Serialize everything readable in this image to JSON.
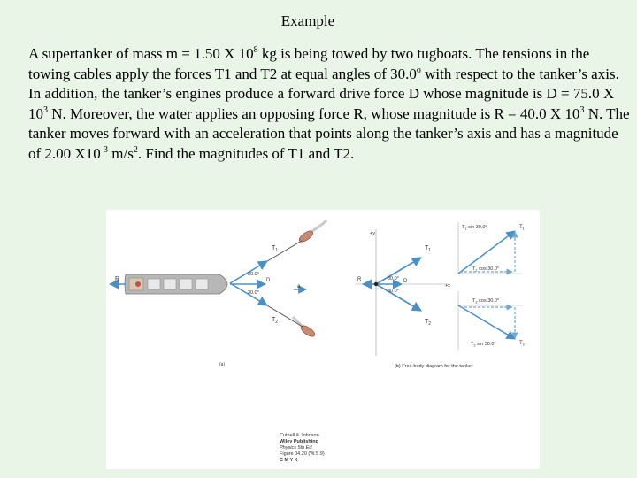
{
  "slide": {
    "title": "Example",
    "problem": {
      "p1": "A supertanker of mass m = 1.50 X 10",
      "p1_sup": "8",
      "p2": " kg is being towed by two tugboats.  The tensions in the towing cables apply the forces T1 and T2 at equal angles of 30.0",
      "p2_sup": "o",
      "p3": " with respect to the tanker’s axis.  In addition, the tanker’s engines produce a forward drive force D whose magnitude is D = 75.0 X 10",
      "p3_sup": "3",
      "p4": " N.  Moreover, the water applies an opposing force R, whose magnitude is R = 40.0 X 10",
      "p4_sup": "3",
      "p5": " N.  The tanker moves forward with an acceleration that points along the tanker’s axis and has a magnitude of 2.00 X10",
      "p5_sup": "-3",
      "p6": " m/s",
      "p6_sup": "2",
      "p7": ".  Find the magnitudes of T1 and T2."
    }
  },
  "figure": {
    "part_a": {
      "label": "(a)",
      "force_R": "R",
      "force_T1": "T",
      "force_T1_sub": "1",
      "force_T2": "T",
      "force_T2_sub": "2",
      "force_D": "D",
      "angle_top": "30.0°",
      "angle_bottom": "30.0°",
      "accel": "a"
    },
    "part_b": {
      "caption": "(b)  Free-body diagram for the tanker",
      "axis_y": "+y",
      "axis_x": "+x",
      "force_R": "R",
      "force_D": "D",
      "force_T1": "T",
      "force_T1_sub": "1",
      "force_T2": "T",
      "force_T2_sub": "2",
      "angle_top": "30.0°",
      "angle_bottom": "30.0°"
    },
    "components_top": {
      "t1_sin": "T",
      "t1_sin_sub": "1",
      "t1_sin_rest": " sin 30.0°",
      "t1": "T",
      "t1_sub": "1",
      "t1_cos": "T",
      "t1_cos_sub": "1",
      "t1_cos_rest": " cos 30.0°"
    },
    "components_bottom": {
      "t2_cos": "T",
      "t2_cos_sub": "2",
      "t2_cos_rest": " cos 30.0°",
      "t2_sin": "T",
      "t2_sin_sub": "2",
      "t2_sin_rest": " sin 30.0°",
      "t2": "T",
      "t2_sub": "2"
    },
    "credit": {
      "line1": "Cutnell & Johnson",
      "line2": "Wiley Publishing",
      "line3": "Physics 5th Ed.",
      "line4": "Figure 04.20 (W.S.9)",
      "line5": "C M Y K"
    }
  },
  "colors": {
    "background": "#e9f5e7",
    "vector": "#4a90c8",
    "hull": "#9a9a9a"
  }
}
